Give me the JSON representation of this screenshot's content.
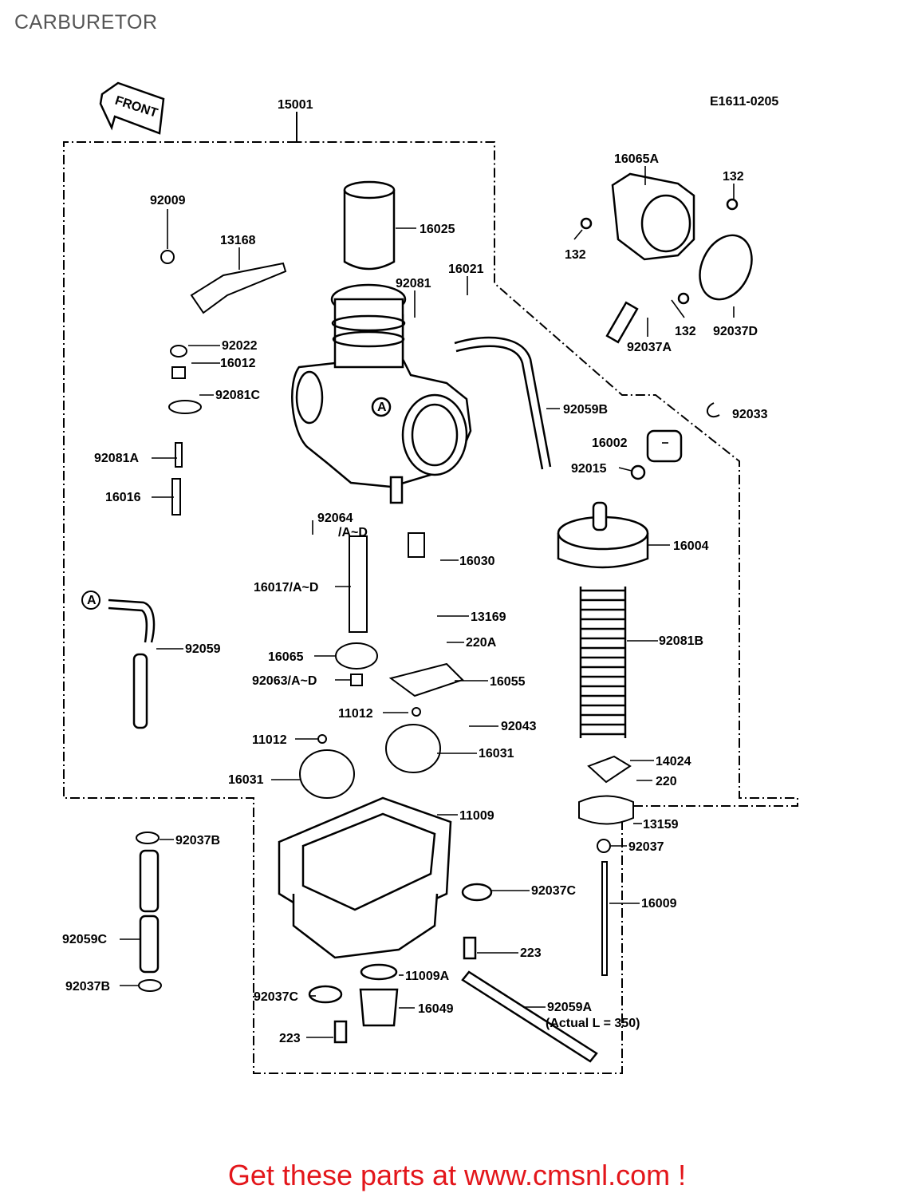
{
  "page": {
    "title": "CARBURETOR",
    "diagram_code": "E1611-0205",
    "front_label": "FRONT",
    "promo_text": "Get these parts at www.cmsnl.com !"
  },
  "callouts": {
    "c15001": "15001",
    "c92009": "92009",
    "c13168": "13168",
    "c16025": "16025",
    "c16021": "16021",
    "c92081": "92081",
    "c92022": "92022",
    "c16012": "16012",
    "c92081C": "92081C",
    "c92081A": "92081A",
    "c16016": "16016",
    "c16065A": "16065A",
    "c132_top": "132",
    "c132_left": "132",
    "c132_mid": "132",
    "c92037D": "92037D",
    "c92037A": "92037A",
    "c92059B": "92059B",
    "c92033": "92033",
    "c16002": "16002",
    "c92015": "92015",
    "c92064": "92064",
    "c92064_sub": "/A~D",
    "c16004": "16004",
    "c16030": "16030",
    "c16017": "16017/A~D",
    "c13169": "13169",
    "c220A": "220A",
    "c92081B": "92081B",
    "c92059": "92059",
    "c16065": "16065",
    "c92063": "92063/A~D",
    "c16055": "16055",
    "c11012_a": "11012",
    "c92043": "92043",
    "c11012_b": "11012",
    "c16031_r": "16031",
    "c16031_l": "16031",
    "c14024": "14024",
    "c220": "220",
    "c13159": "13159",
    "c11009": "11009",
    "c92037B_top": "92037B",
    "c92037": "92037",
    "c92037C_r": "92037C",
    "c16009": "16009",
    "c92059C": "92059C",
    "c223_r": "223",
    "c92037B_bot": "92037B",
    "c11009A": "11009A",
    "c92037C_l": "92037C",
    "c92059A": "92059A",
    "c92059A_note": "(Actual L = 350)",
    "c16049": "16049",
    "c223_l": "223",
    "mark_A_top": "A",
    "mark_A_left": "A"
  },
  "colors": {
    "line": "#000000",
    "promo": "#e3161b",
    "title": "#555555"
  }
}
